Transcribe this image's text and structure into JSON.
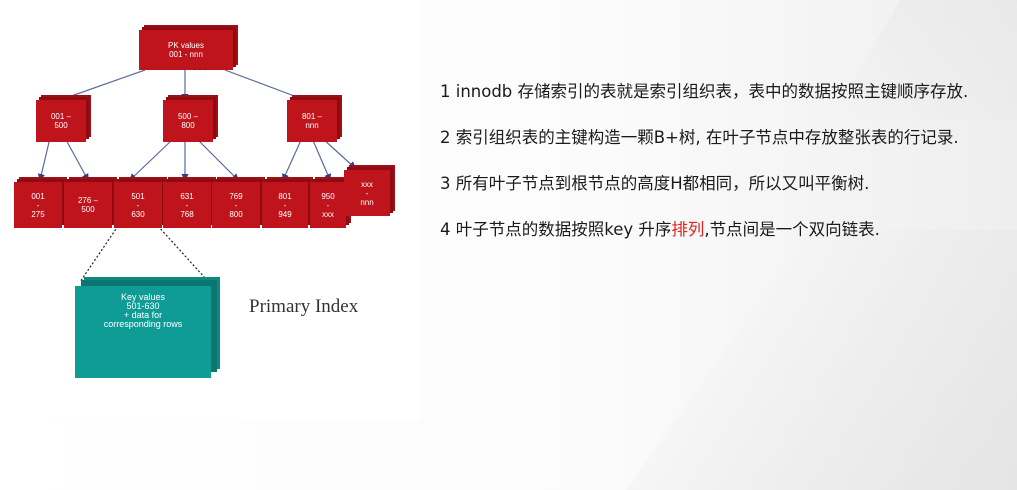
{
  "tree": {
    "root": [
      "PK values",
      "001 - nnn"
    ],
    "root_ellipsis": ". . .",
    "level2": [
      [
        "001 –",
        "500"
      ],
      [
        "500 –",
        "800"
      ],
      [
        "801 –",
        "nnn"
      ]
    ],
    "leaves": [
      [
        "001",
        "-",
        "275"
      ],
      [
        "276 –",
        "500"
      ],
      [
        "501",
        "-",
        "630"
      ],
      [
        "631",
        "-",
        "768"
      ],
      [
        "769",
        "-",
        "800"
      ],
      [
        "801",
        "-",
        "949"
      ],
      [
        "950",
        "-",
        "xxx"
      ],
      [
        "xxx",
        "-",
        "nnn"
      ]
    ],
    "detail": [
      "Key values",
      "501-630",
      "+ data for",
      "corresponding rows"
    ],
    "caption": "Primary Index"
  },
  "notes": [
    {
      "text": "1 innodb 存储索引的表就是索引组织表，表中的数据按照主键顺序存放."
    },
    {
      "text": "2 索引组织表的主键构造一颗B+树, 在叶子节点中存放整张表的行记录."
    },
    {
      "text": "3 所有叶子节点到根节点的高度H都相同，所以又叫平衡树."
    },
    {
      "pre": "4 叶子节点的数据按照key 升序",
      "highlight": "排列",
      "post": ",节点间是一个双向链表."
    }
  ],
  "colors": {
    "node": "#c0141c",
    "detail_box": "#0f9c97",
    "highlight": "#e0211c",
    "arrow": "#2b3f8c"
  }
}
